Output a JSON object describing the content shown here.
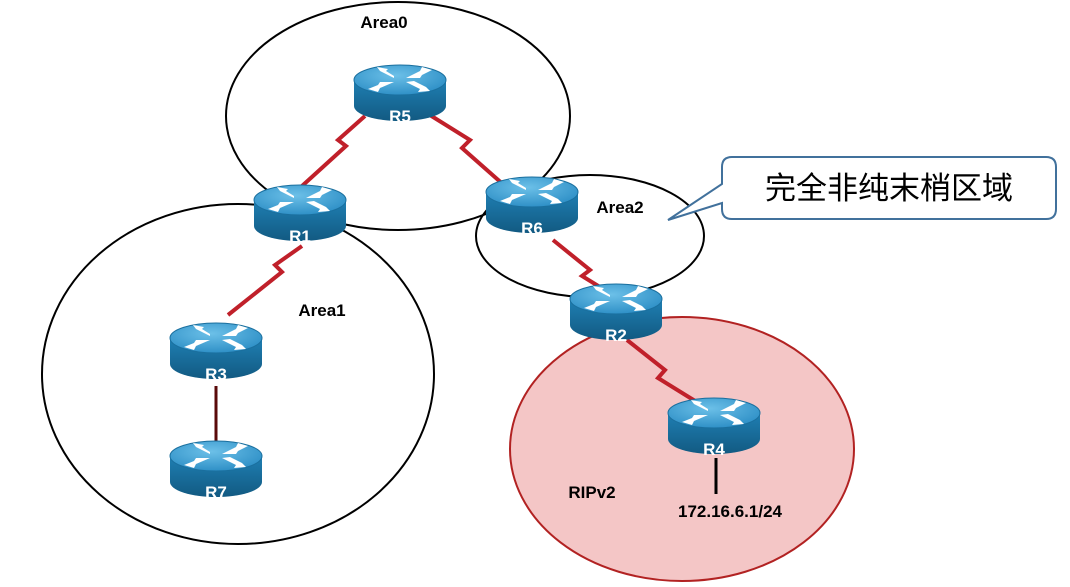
{
  "areas": {
    "area0": "Area0",
    "area1": "Area1",
    "area2": "Area2",
    "rip": "RIPv2"
  },
  "routers": {
    "r1": "R1",
    "r2": "R2",
    "r3": "R3",
    "r4": "R4",
    "r5": "R5",
    "r6": "R6",
    "r7": "R7"
  },
  "callout": "完全非纯末梢区域",
  "network_label": "172.16.6.1/24",
  "colors": {
    "router_top": "#2f95c9",
    "router_side": "#1a6f9e",
    "serial_link": "#c0202a",
    "rip_fill": "#f4c6c6",
    "callout_border": "#41719c"
  }
}
